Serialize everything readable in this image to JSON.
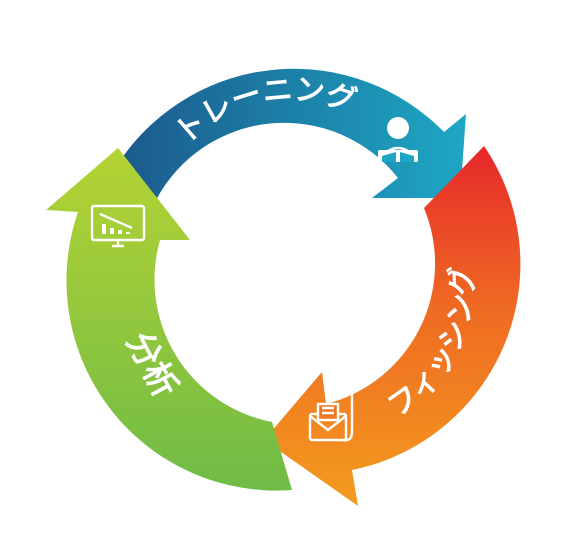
{
  "cycle": {
    "segments": [
      {
        "id": "training",
        "label": "トレーニング",
        "icon": "trainer-with-book-icon",
        "colors": [
          "#1c5f8f",
          "#1aa3c2"
        ]
      },
      {
        "id": "phishing",
        "label": "フィッシング",
        "icon": "phishing-hook-email-icon",
        "colors": [
          "#e62a2a",
          "#f28c1e"
        ]
      },
      {
        "id": "analysis",
        "label": "分析",
        "icon": "monitor-chart-icon",
        "colors": [
          "#7fbf3f",
          "#b9d432"
        ]
      }
    ]
  }
}
